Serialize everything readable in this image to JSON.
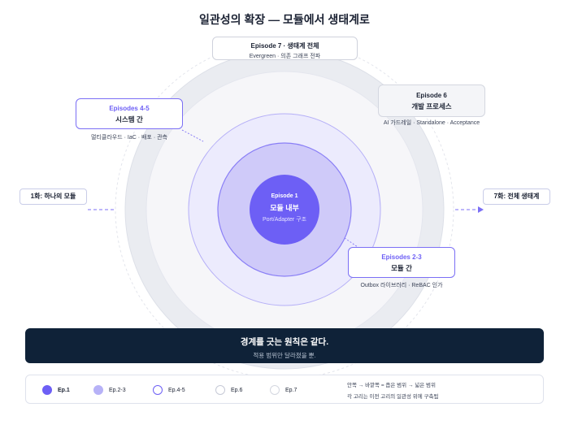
{
  "title": "일관성의 확장 — 모듈에서 생태계로",
  "episodes": {
    "ep7": {
      "heading": "Episode 7 · 생태계 전체",
      "caption": "Evergreen · 의존 그래프 전파"
    },
    "ep6": {
      "heading": "Episode 6",
      "subtitle": "개발 프로세스",
      "caption": "AI 가드레일 · Standalone · Acceptance"
    },
    "ep45": {
      "heading": "Episodes 4-5",
      "subtitle": "시스템 간",
      "caption": "멀티클라우드 · IaC · 배포 · 관측"
    },
    "ep1": {
      "heading": "Episode 1",
      "subtitle": "모듈 내부",
      "caption": "Port/Adapter 구조"
    },
    "ep23": {
      "heading": "Episodes 2-3",
      "subtitle": "모듈 간",
      "caption": "Outbox 라이브러리 · ReBAC 인가"
    }
  },
  "axis": {
    "left_label": "1화: 하나의 모듈",
    "right_label": "7화: 전체 생태계"
  },
  "banner": {
    "headline": "경계를 긋는 원칙은 같다.",
    "subline": "적용 범위만 달라졌을 뿐."
  },
  "legend": {
    "items": [
      {
        "label": "Ep.1",
        "fill": "#6d5ff5",
        "stroke": "#6d5ff5"
      },
      {
        "label": "Ep.2-3",
        "fill": "#b7b2f7",
        "stroke": "#b7b2f7"
      },
      {
        "label": "Ep.4-5",
        "fill": "#ffffff",
        "stroke": "#6d5ff5"
      },
      {
        "label": "Ep.6",
        "fill": "#ffffff",
        "stroke": "#c6c9d6"
      },
      {
        "label": "Ep.7",
        "fill": "#ffffff",
        "stroke": "#d4d7e0"
      }
    ],
    "note_line1": "안쪽 → 바깥쪽 = 좁은 범위 → 넓은 범위",
    "note_line2": "각 고리는 이전 고리의 일관성 위에 구축됨"
  },
  "colors": {
    "accent": "#6d5ff5",
    "ring_ep23": "#cfcaf9",
    "ring_ep45": "#ecebfd",
    "ring_ep6": "#f4f4f7",
    "ring_ep7": "#eaecf1",
    "banner_bg": "#0f2238"
  }
}
